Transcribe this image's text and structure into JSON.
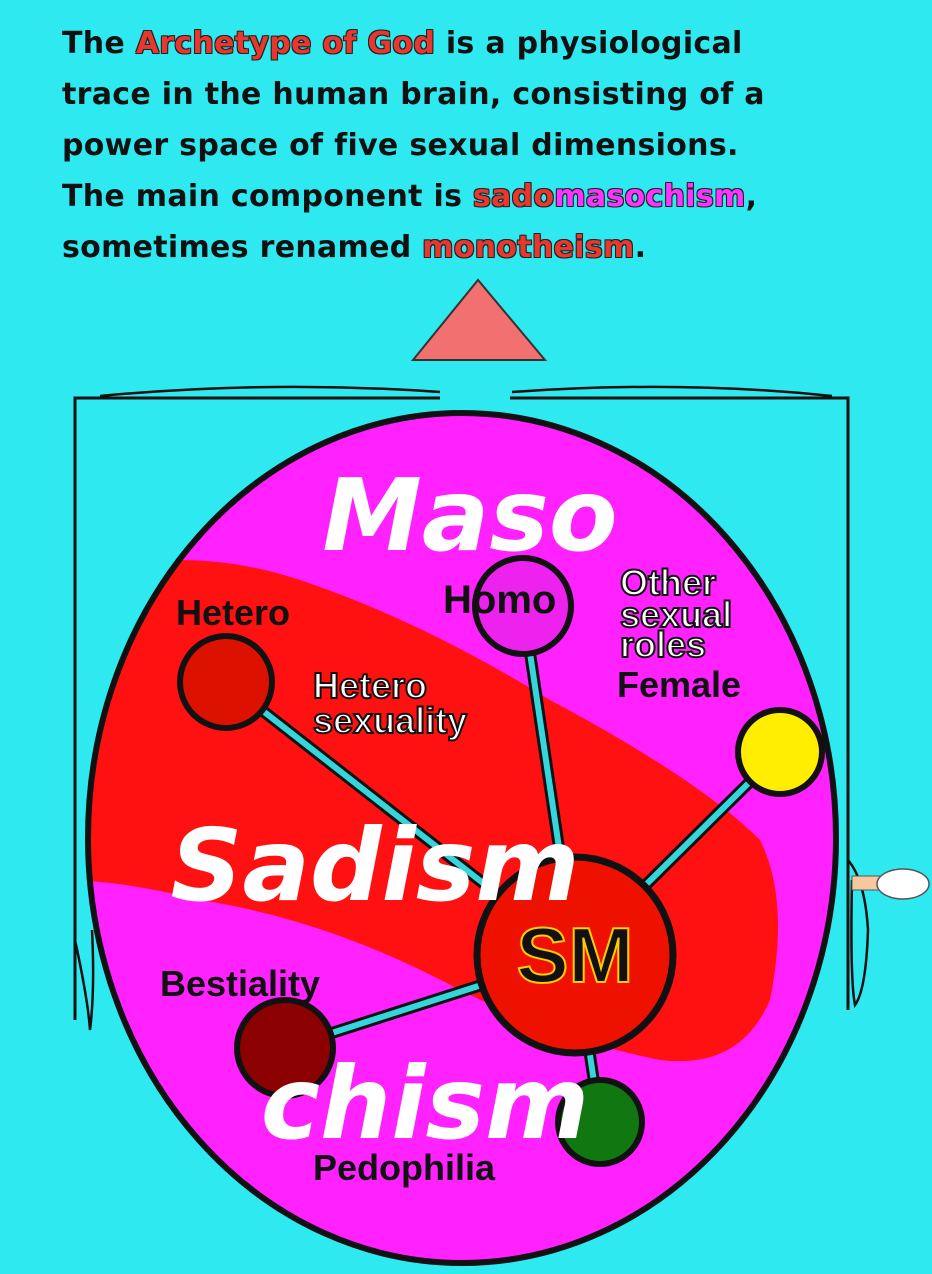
{
  "intro": {
    "line1_pre": "The ",
    "line1_hl": "Archetype of God",
    "line1_post": " is a physiological",
    "line2": "trace in the human brain, consisting of a",
    "line3": "power space of five sexual dimensions.",
    "line4_pre": "The main component is ",
    "line4_hl_a": "sado",
    "line4_hl_b": "masochism",
    "line4_post": ",",
    "line5_pre": "sometimes renamed ",
    "line5_hl": "monotheism",
    "line5_post": "."
  },
  "diagram": {
    "maso": "Maso",
    "sadism": "Sadism",
    "chism": "chism",
    "sm": "SM",
    "hetero": "Hetero",
    "homo": "Homo",
    "other1": "Other",
    "other2": "sexual",
    "other3": "roles",
    "female": "Female",
    "heterosexuality1": "Hetero",
    "heterosexuality2": "sexuality",
    "bestiality": "Bestiality",
    "pedophilia": "Pedophilia"
  },
  "colors": {
    "background": "#2eeaf0",
    "magenta": "#ff22ff",
    "red": "#ff1111",
    "hetero_node": "#dd1100",
    "homo_node": "#ee22ee",
    "female_node": "#ffee00",
    "bestiality_node": "#8b0000",
    "pedophilia_node": "#117711",
    "sm_node": "#ee1100",
    "triangle": "#f27070"
  }
}
